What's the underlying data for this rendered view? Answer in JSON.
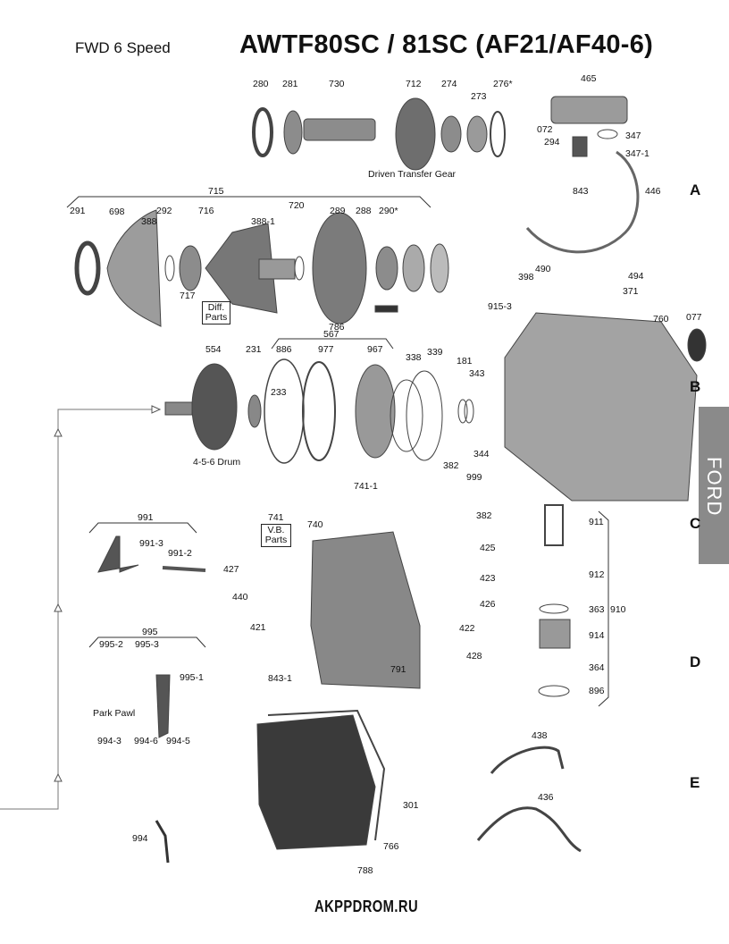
{
  "header": {
    "subtitle": "FWD 6 Speed",
    "title": "AWTF80SC / 81SC (AF21/AF40-6)"
  },
  "side_tab": "FORD",
  "sections": [
    "A",
    "B",
    "C",
    "D",
    "E"
  ],
  "captions": {
    "driven_gear": "Driven Transfer Gear",
    "drum": "4-5-6 Drum",
    "park_pawl": "Park Pawl",
    "diff_box": "Diff. Parts",
    "vb_box": "V.B. Parts"
  },
  "watermark": "AKPPDROM.RU",
  "parts": [
    "280",
    "281",
    "730",
    "712",
    "274",
    "273",
    "276*",
    "465",
    "072",
    "294",
    "347",
    "347-1",
    "843",
    "446",
    "715",
    "291",
    "698",
    "388",
    "292",
    "716",
    "388-1",
    "720",
    "289",
    "288",
    "290*",
    "717",
    "786",
    "398",
    "490",
    "494",
    "371",
    "915-3",
    "760",
    "077",
    "567",
    "554",
    "231",
    "886",
    "977",
    "967",
    "338",
    "339",
    "181",
    "343",
    "233",
    "344",
    "382",
    "999",
    "382",
    "741-1",
    "991",
    "991-3",
    "991-2",
    "741",
    "740",
    "427",
    "440",
    "421",
    "425",
    "423",
    "426",
    "422",
    "428",
    "791",
    "843-1",
    "995",
    "995-2",
    "995-3",
    "995-1",
    "994-3",
    "994-6",
    "994-5",
    "994",
    "911",
    "912",
    "363",
    "910",
    "914",
    "364",
    "896",
    "438",
    "436",
    "301",
    "766",
    "788"
  ]
}
